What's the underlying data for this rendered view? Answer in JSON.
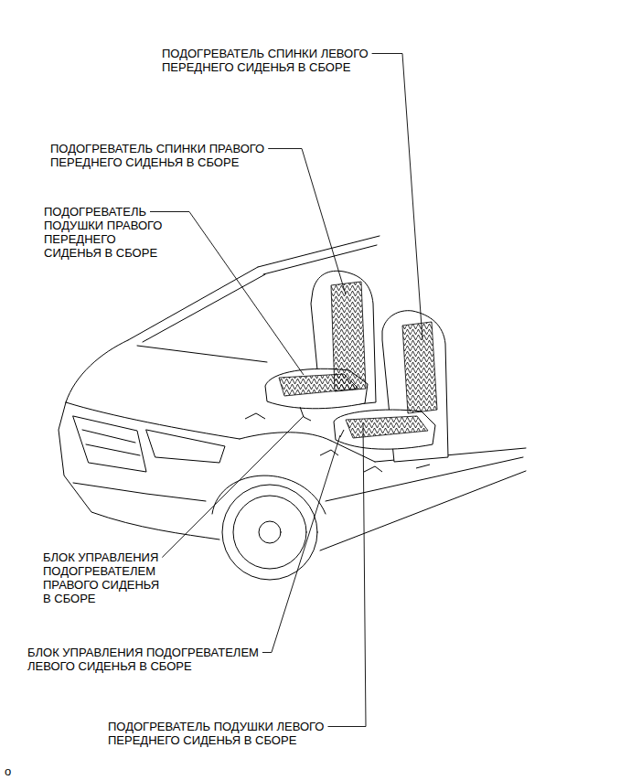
{
  "diagram": {
    "labels": [
      "ПОДОГРЕВАТЕЛЬ СПИНКИ ЛЕВОГО ПЕРЕДНЕГО СИДЕНЬЯ В СБОРЕ",
      "ПОДОГРЕВАТЕЛЬ СПИНКИ ПРАВОГО ПЕРЕДНЕГО СИДЕНЬЯ В СБОРЕ",
      "ПОДОГРЕВАТЕЛЬ ПОДУШКИ ПРАВОГО ПЕРЕДНЕГО СИДЕНЬЯ В СБОРЕ",
      "БЛОК УПРАВЛЕНИЯ ПОДОГРЕВАТЕЛЕМ ПРАВОГО СИДЕНЬЯ В СБОРЕ",
      "БЛОК УПРАВЛЕНИЯ ПОДОГРЕВАТЕЛЕМ ЛЕВОГО СИДЕНЬЯ В СБОРЕ",
      "ПОДОГРЕВАТЕЛЬ ПОДУШКИ ЛЕВОГО ПЕРЕДНЕГО СИДЕНЬЯ В СБОРЕ",
      "o"
    ]
  }
}
